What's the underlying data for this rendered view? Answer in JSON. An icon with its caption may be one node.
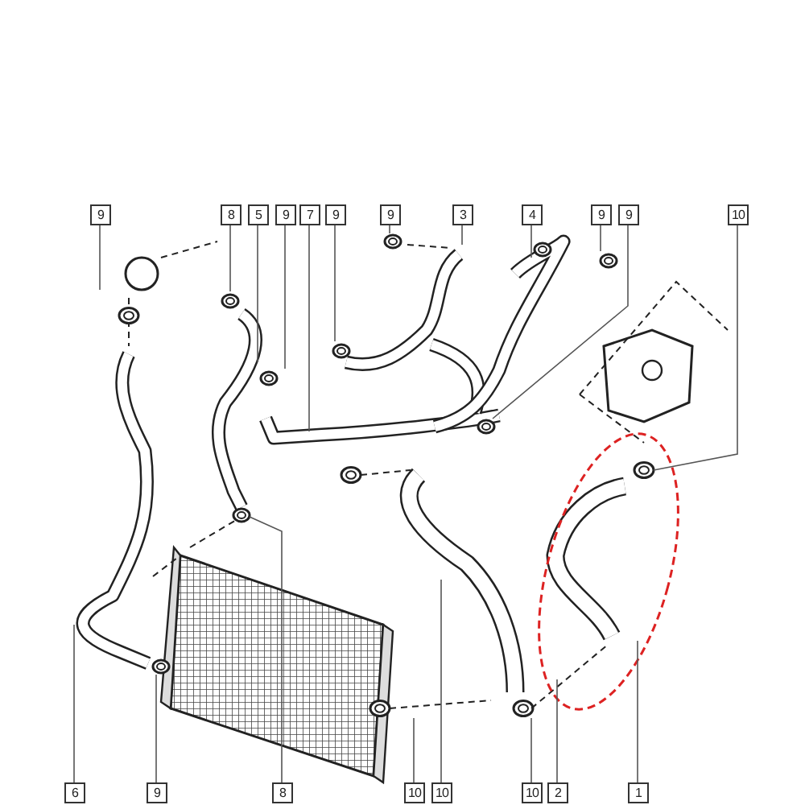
{
  "diagram": {
    "nodes": [
      {
        "text": [
          "9"
        ]
      },
      {
        "text": [
          "8"
        ]
      },
      {
        "text": [
          "5"
        ]
      },
      {
        "text": [
          "9"
        ]
      },
      {
        "text": [
          "7"
        ]
      },
      {
        "text": [
          "9"
        ]
      },
      {
        "text": [
          "9"
        ]
      },
      {
        "text": [
          "3"
        ]
      },
      {
        "text": [
          "4"
        ]
      },
      {
        "text": [
          "9"
        ]
      },
      {
        "text": [
          "9"
        ]
      },
      {
        "text": [
          "10"
        ]
      },
      {
        "text": [
          "6"
        ]
      },
      {
        "text": [
          "9"
        ]
      },
      {
        "text": [
          "8"
        ]
      },
      {
        "text": [
          "10"
        ]
      },
      {
        "text": [
          "10"
        ]
      },
      {
        "text": [
          "10"
        ]
      },
      {
        "text": [
          "2"
        ]
      },
      {
        "text": [
          "1"
        ]
      }
    ],
    "edges": [
      {
        "from": 0,
        "to": null,
        "arrow": "none"
      },
      {
        "from": 1,
        "to": null,
        "arrow": "none"
      },
      {
        "from": 2,
        "to": null,
        "arrow": "none"
      },
      {
        "from": 3,
        "to": null,
        "arrow": "none"
      },
      {
        "from": 4,
        "to": null,
        "arrow": "none"
      },
      {
        "from": 5,
        "to": null,
        "arrow": "none"
      },
      {
        "from": 6,
        "to": null,
        "arrow": "none"
      },
      {
        "from": 7,
        "to": null,
        "arrow": "none"
      },
      {
        "from": 8,
        "to": null,
        "arrow": "none"
      },
      {
        "from": 9,
        "to": null,
        "arrow": "none"
      },
      {
        "from": 10,
        "to": null,
        "arrow": "none"
      },
      {
        "from": 11,
        "to": null,
        "arrow": "none"
      },
      {
        "from": 12,
        "to": null,
        "arrow": "none"
      },
      {
        "from": 13,
        "to": null,
        "arrow": "none"
      },
      {
        "from": 14,
        "to": null,
        "arrow": "none"
      },
      {
        "from": 15,
        "to": null,
        "arrow": "none"
      },
      {
        "from": 16,
        "to": null,
        "arrow": "none"
      },
      {
        "from": 17,
        "to": null,
        "arrow": "none"
      },
      {
        "from": 18,
        "to": null,
        "arrow": "none"
      },
      {
        "from": 19,
        "to": null,
        "arrow": "none"
      }
    ]
  }
}
